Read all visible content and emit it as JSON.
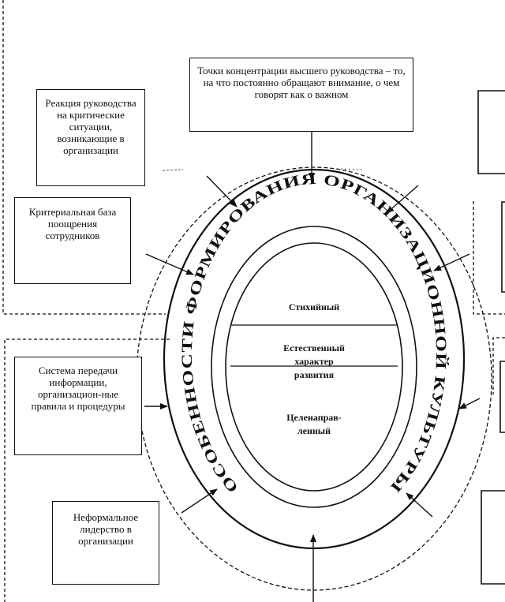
{
  "title_ring": "ОСОБЕННОСТИ ФОРМИРОВАНИЯ ОРГАНИЗАЦИОННОЙ КУЛЬТУРЫ",
  "factors": {
    "top": "Точки концентрации высшего руководства – то, на что постоянно обращают внимание, о чем говорят как о важном",
    "reaction": "Реакция руководства на критические ситуации, возникающие в организации",
    "criteria": "Критериальная база поощрения сотрудников",
    "system": "Система передачи информации, организацион-ные правила и процедуры",
    "leadership": "Неформальное лидерство в организации"
  },
  "modes": {
    "spontaneous": "Стихийный",
    "natural": [
      "Естественный",
      "характер",
      "развития"
    ],
    "purposeful": [
      "Целенаправ-",
      "ленный"
    ]
  }
}
